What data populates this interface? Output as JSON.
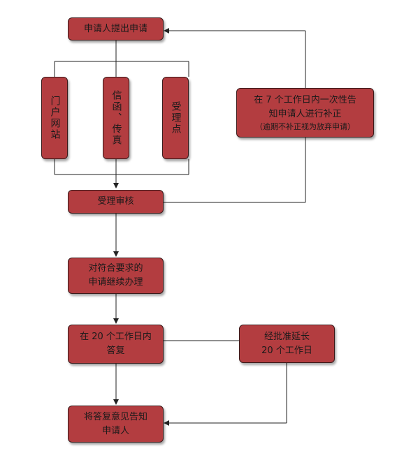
{
  "nodes": {
    "apply": "申请人提出申请",
    "portal": "门户网站",
    "letter_fax": "信函、传真",
    "accept_point": "受理点",
    "review": "受理审核",
    "notify_lines": [
      "在 7 个工作日内一次性告",
      "知申请人进行补正",
      "（逾期不补正视为放弃申请）"
    ],
    "continue_lines": [
      "对符合要求的",
      "申请继续办理"
    ],
    "reply_lines": [
      "在 20 个工作日内",
      "答复"
    ],
    "extend_lines": [
      "经批准延长",
      "20 个工作日"
    ],
    "inform_lines": [
      "将答复意见告知",
      "申请人"
    ]
  },
  "colors": {
    "box_fill": "#b33d40",
    "box_border": "#3a1a1a",
    "connector": "#222222"
  }
}
